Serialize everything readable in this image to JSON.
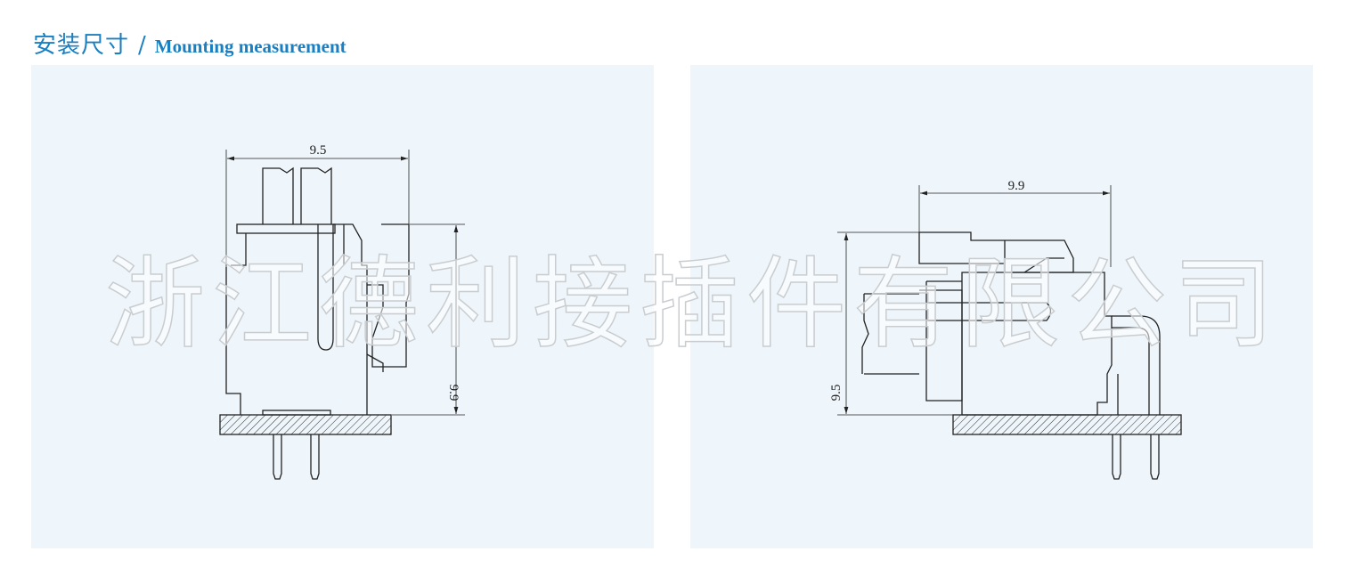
{
  "header": {
    "title_cn": "安装尺寸",
    "separator": "/",
    "title_en": "Mounting measurement"
  },
  "left_drawing": {
    "width_dim": "9.5",
    "height_dim": "9.9"
  },
  "right_drawing": {
    "width_dim": "9.9",
    "height_dim": "9.5"
  },
  "watermark": "浙江德利接插件有限公司",
  "colors": {
    "accent": "#1a7fc1",
    "panel_bg": "#eef6fb"
  }
}
